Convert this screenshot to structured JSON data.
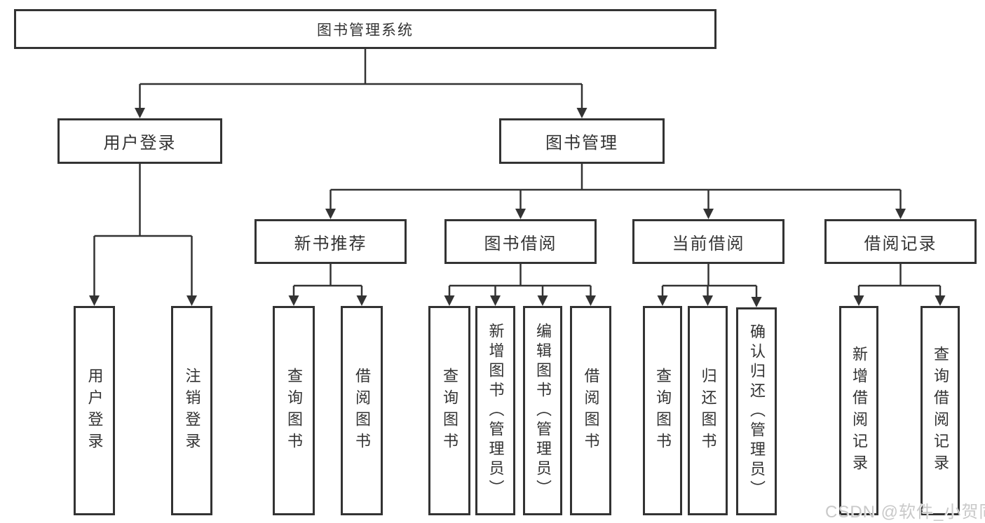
{
  "diagram": {
    "root": "图书管理系统",
    "level1": {
      "user_login": "用户登录",
      "book_management": "图书管理"
    },
    "level2": {
      "new_book_recommend": "新书推荐",
      "book_borrow": "图书借阅",
      "current_borrow": "当前借阅",
      "borrow_records": "借阅记录"
    },
    "leaves": {
      "user_login": "用户登录",
      "logout": "注销登录",
      "nbr_query_books": "查询图书",
      "nbr_borrow_books": "借阅图书",
      "bb_query_books": "查询图书",
      "bb_add_books_admin": "新增图书（管理员）",
      "bb_edit_books_admin": "编辑图书（管理员）",
      "bb_borrow_books": "借阅图书",
      "cb_query_books": "查询图书",
      "cb_return_books": "归还图书",
      "cb_confirm_return_admin": "确认归还（管理员）",
      "br_add_record": "新增借阅记录",
      "br_query_record": "查询借阅记录"
    }
  },
  "watermark": "CSDN @软件_小贺同学",
  "colors": {
    "line": "#333333",
    "box_border": "#333333",
    "text": "#333333",
    "background": "#ffffff",
    "watermark": "#c9c9c9"
  }
}
